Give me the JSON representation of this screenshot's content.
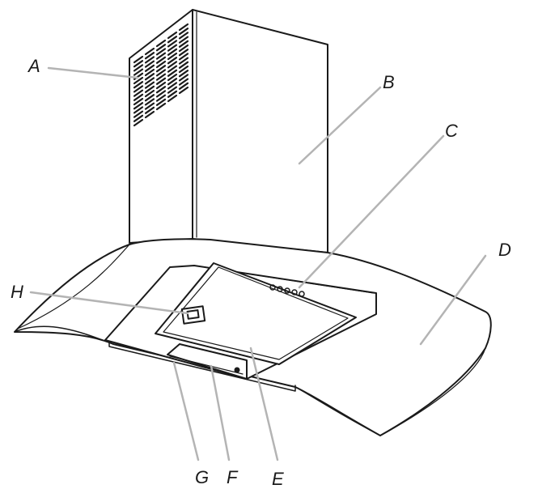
{
  "labels": {
    "a": "A",
    "b": "B",
    "c": "C",
    "d": "D",
    "e": "E",
    "f": "F",
    "g": "G",
    "h": "H"
  },
  "colors": {
    "outline": "#1a1a1a",
    "leader": "#b4b4b4",
    "fill": "#ffffff"
  }
}
